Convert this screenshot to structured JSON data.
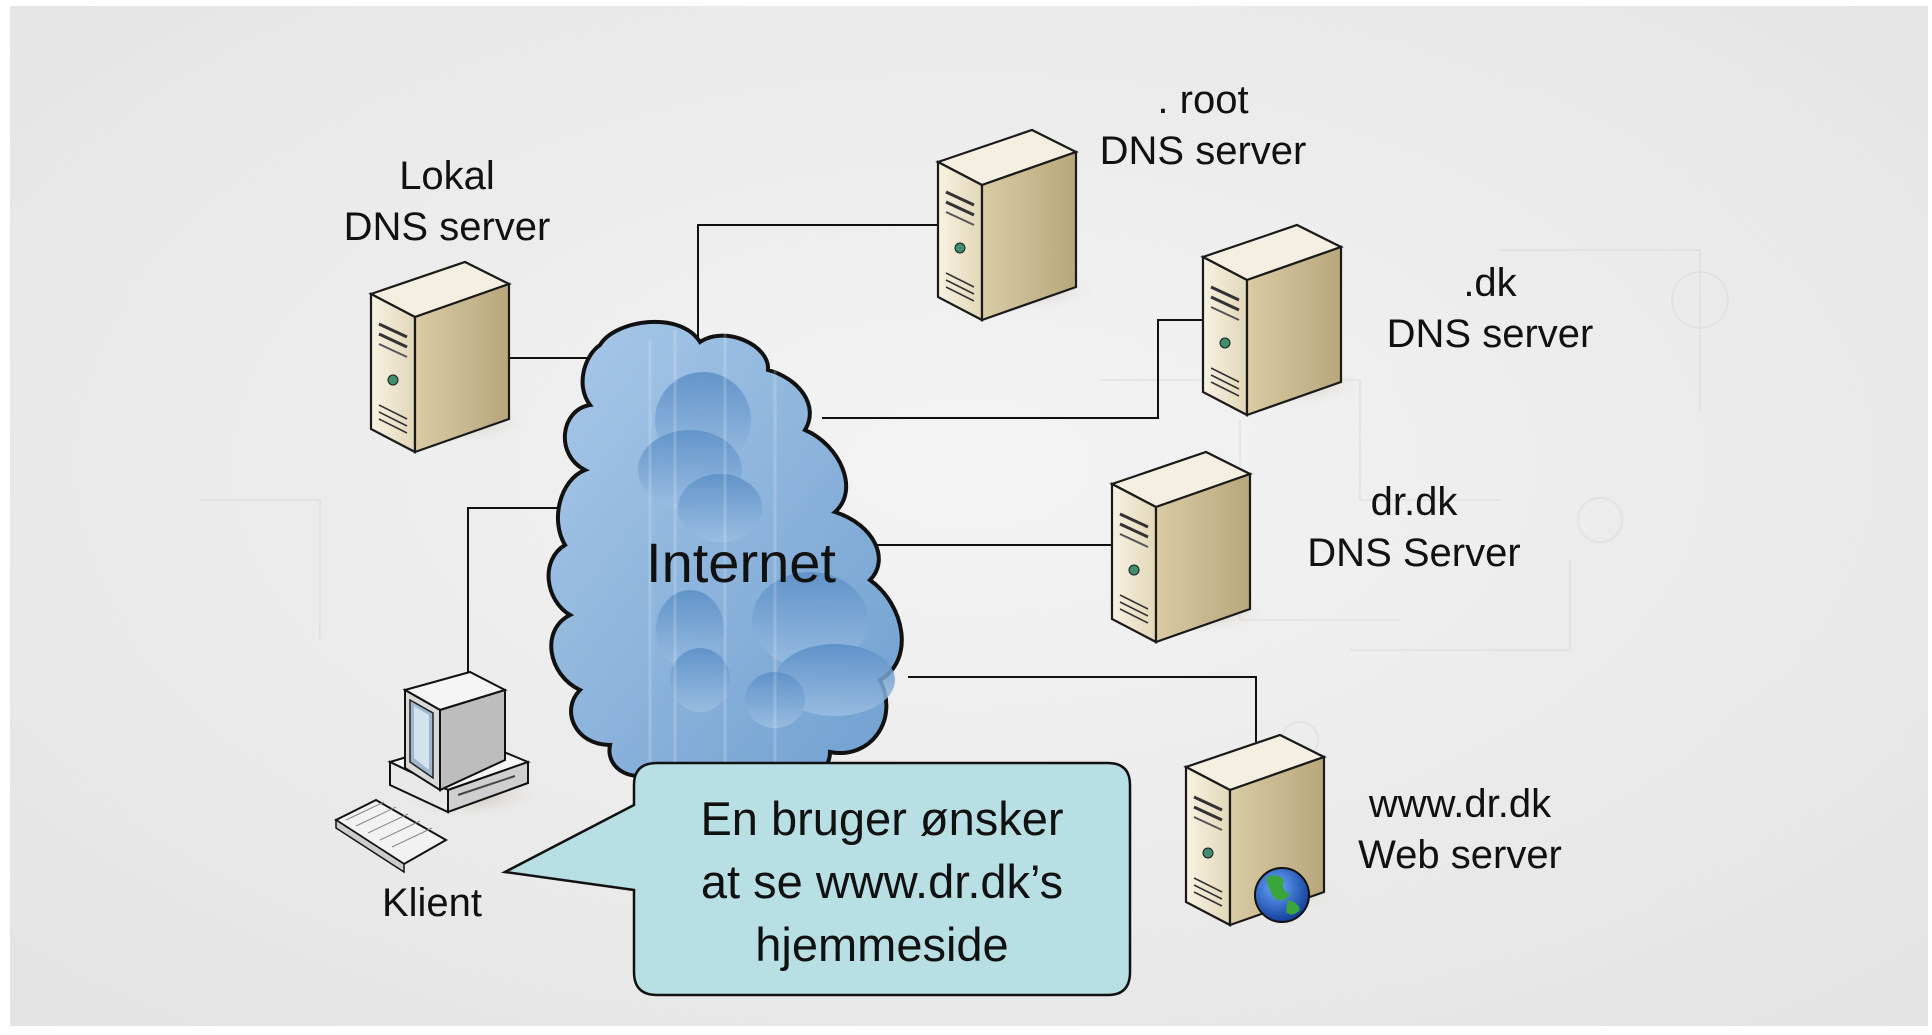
{
  "diagram": {
    "cloud_label": "Internet",
    "nodes": {
      "root": {
        "line1": ". root",
        "line2": "DNS server"
      },
      "lokal": {
        "line1": "Lokal",
        "line2": "DNS server"
      },
      "dk": {
        "line1": ".dk",
        "line2": "DNS server"
      },
      "drdk": {
        "line1": "dr.dk",
        "line2": "DNS Server"
      },
      "web": {
        "line1": "www.dr.dk",
        "line2": "Web server"
      },
      "client": {
        "label": "Klient"
      }
    },
    "callout": {
      "line1": "En bruger ønsker",
      "line2": "at se www.dr.dk’s",
      "line3": "hjemmeside"
    }
  },
  "colors": {
    "cloud_fill": "#8db4dc",
    "callout_fill": "#b8dfe3",
    "server_light": "#f2ecd9",
    "server_mid": "#ddd1b2",
    "server_dark": "#b5a57c"
  }
}
